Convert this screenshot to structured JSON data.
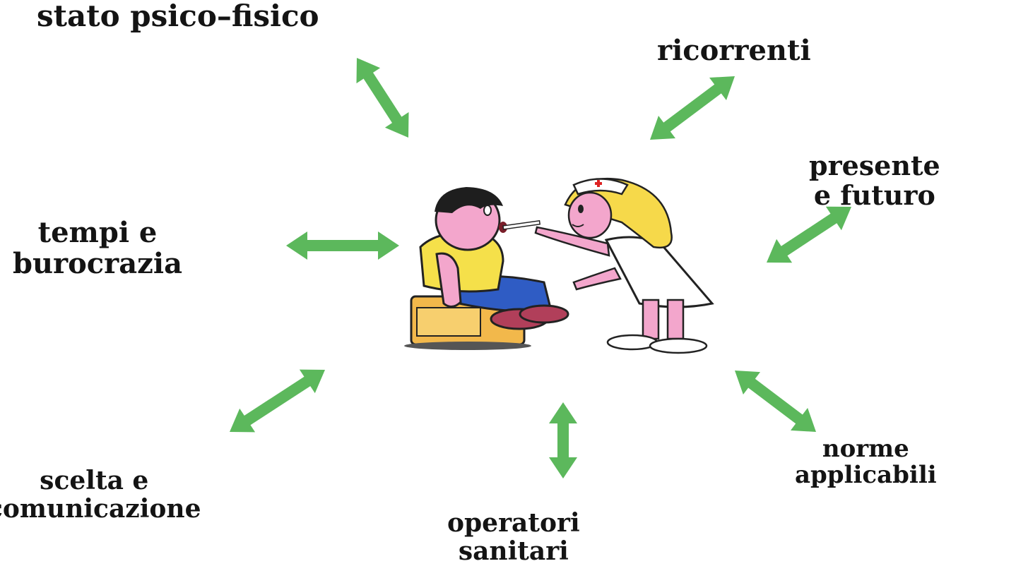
{
  "colors": {
    "arrow": "#5cb85c",
    "text": "#141414",
    "background": "#ffffff"
  },
  "labels": {
    "stato": {
      "line1": "stato psico–fisico"
    },
    "ricorrenti": {
      "line1": "ricorrenti"
    },
    "presente": {
      "line1": "presente",
      "line2": "e futuro"
    },
    "tempi": {
      "line1": "tempi e",
      "line2": "burocrazia"
    },
    "scelta": {
      "line1": "scelta e",
      "line2": "comunicazione"
    },
    "operatori": {
      "line1": "operatori",
      "line2": "sanitari"
    },
    "norme": {
      "line1": "norme",
      "line2": "applicabili"
    }
  },
  "center_illustration": "patient-and-nurse-illustration"
}
